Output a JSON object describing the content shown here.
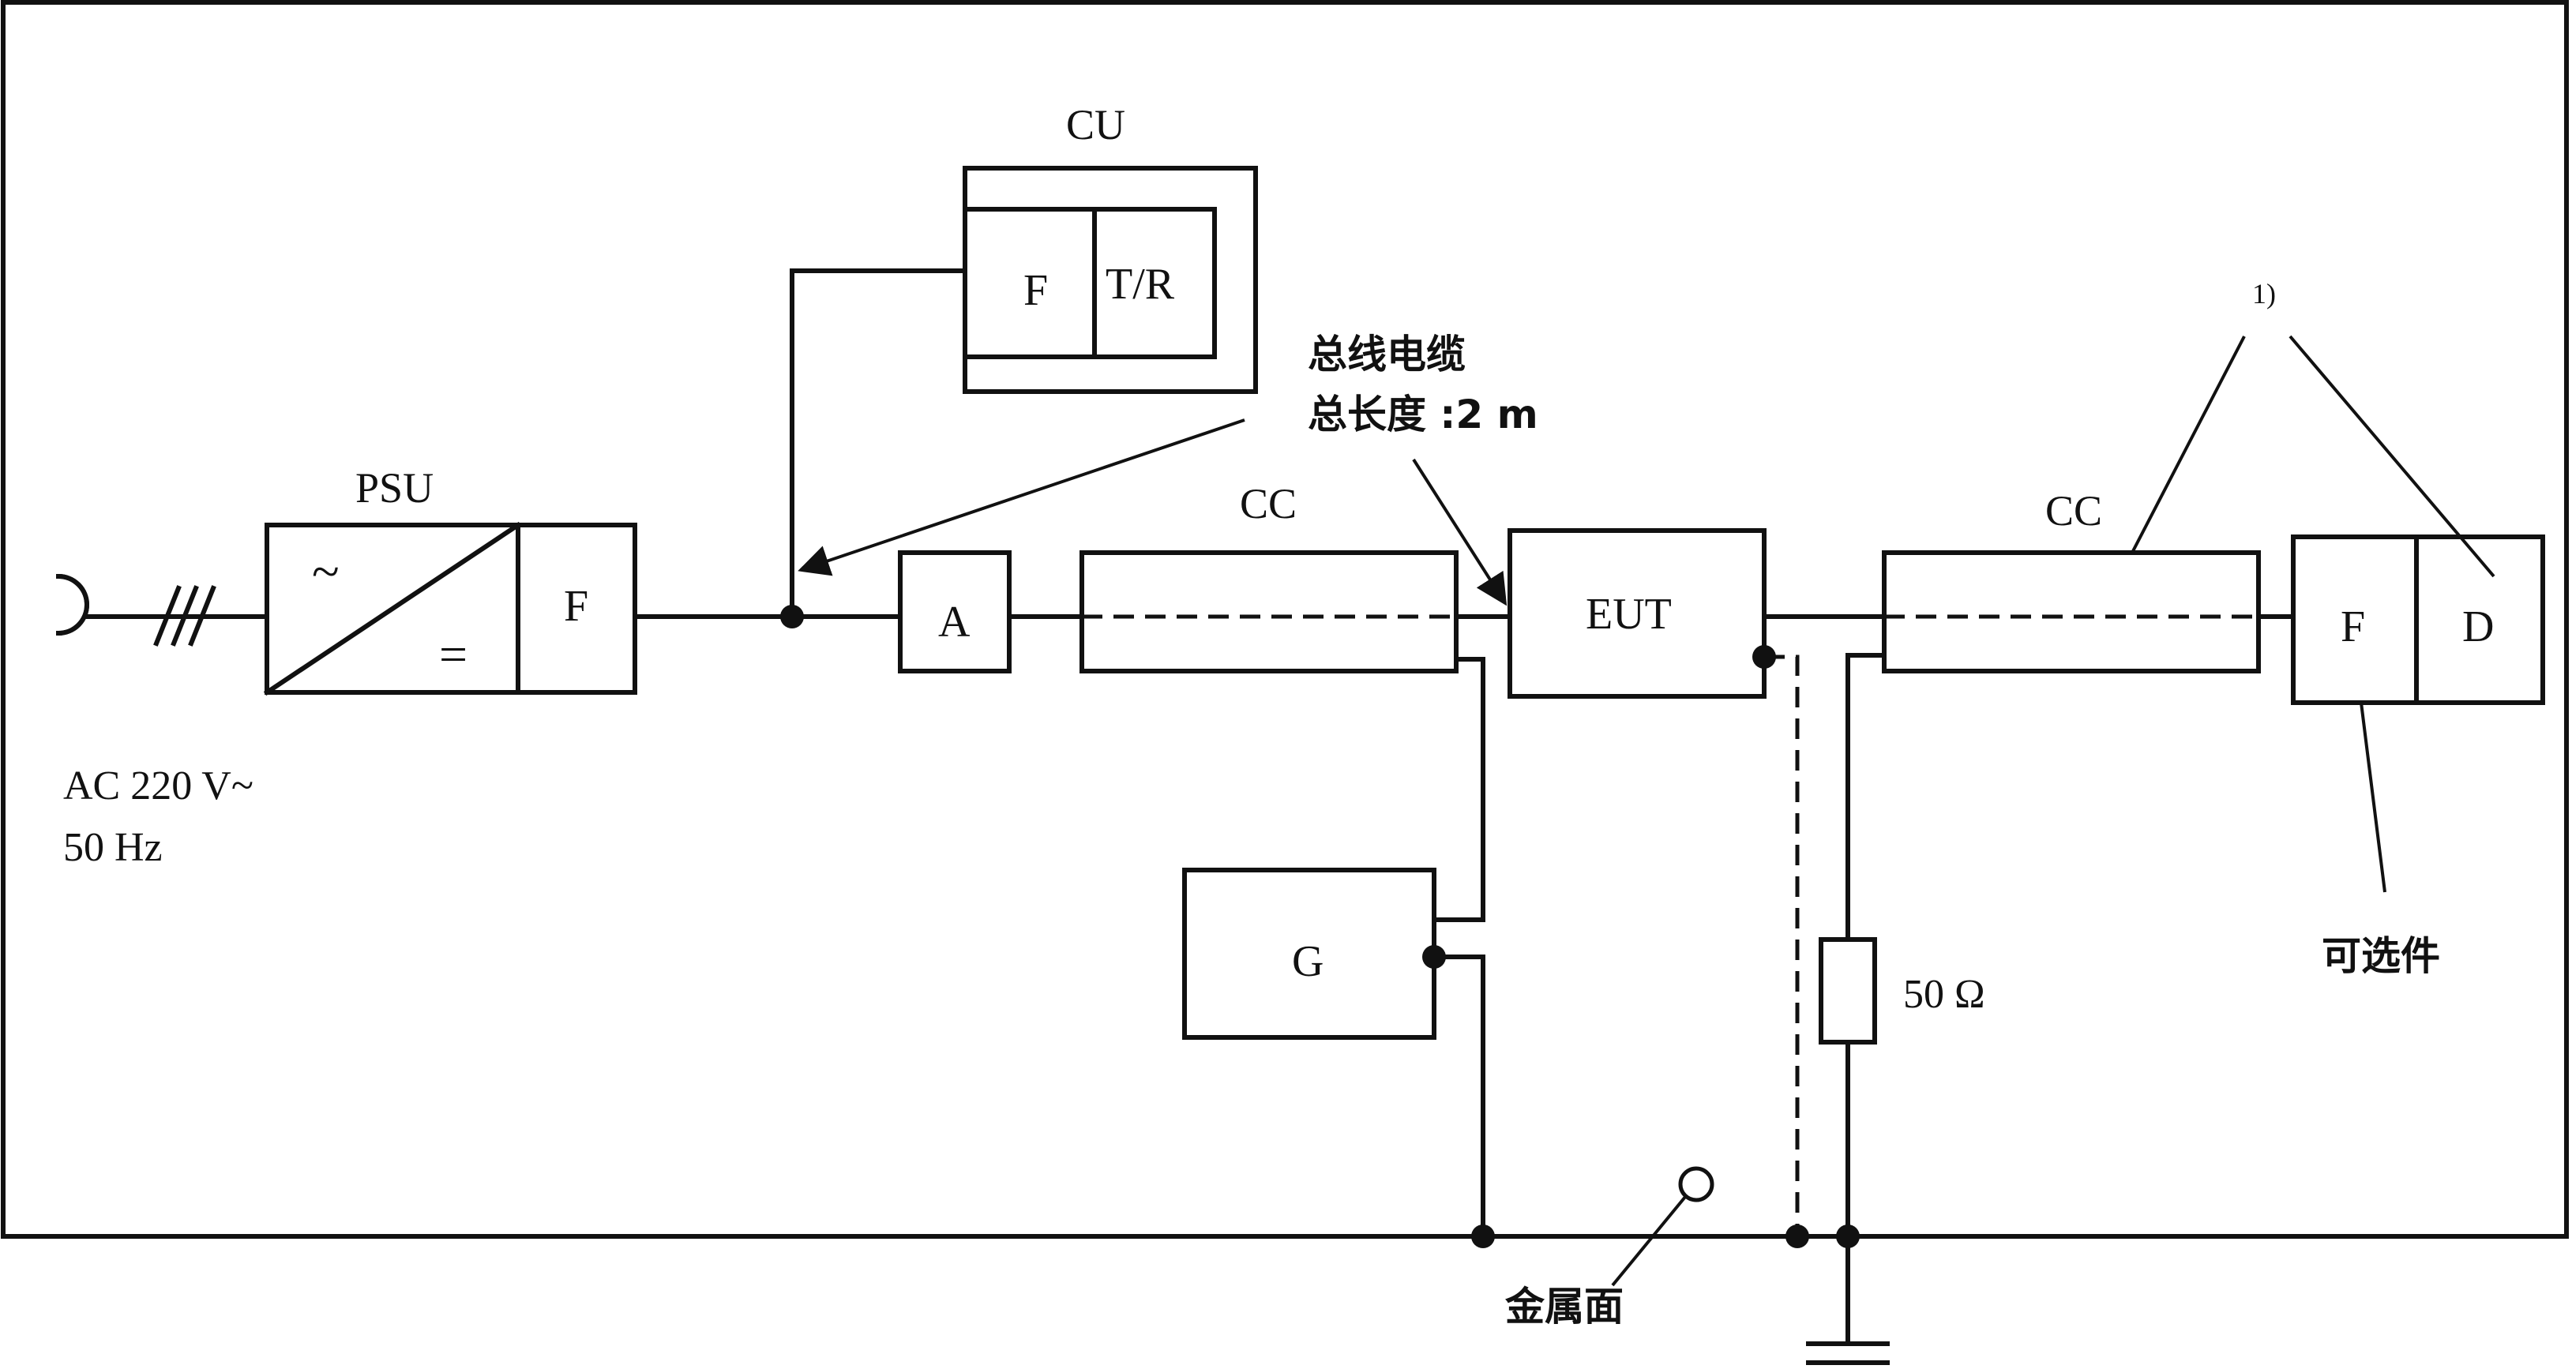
{
  "psu": {
    "label": "PSU",
    "tilde": "~",
    "equals": "=",
    "filter": "F"
  },
  "mains": {
    "line1": "AC 220 V~",
    "line2": "50 Hz"
  },
  "cu": {
    "label": "CU",
    "filter": "F",
    "tr": "T/R"
  },
  "amp": {
    "label": "A"
  },
  "cc_left": {
    "label": "CC"
  },
  "cc_right": {
    "label": "CC"
  },
  "eut": {
    "label": "EUT"
  },
  "generator": {
    "label": "G"
  },
  "bus_note": {
    "line1": "总线电缆",
    "line2": "总长度 :2 m"
  },
  "right_unit": {
    "filter": "F",
    "detector": "D"
  },
  "footnote_marker": "1)",
  "optional_label": "可选件",
  "resistor_label": "50 Ω",
  "ground_plane_label": "金属面"
}
